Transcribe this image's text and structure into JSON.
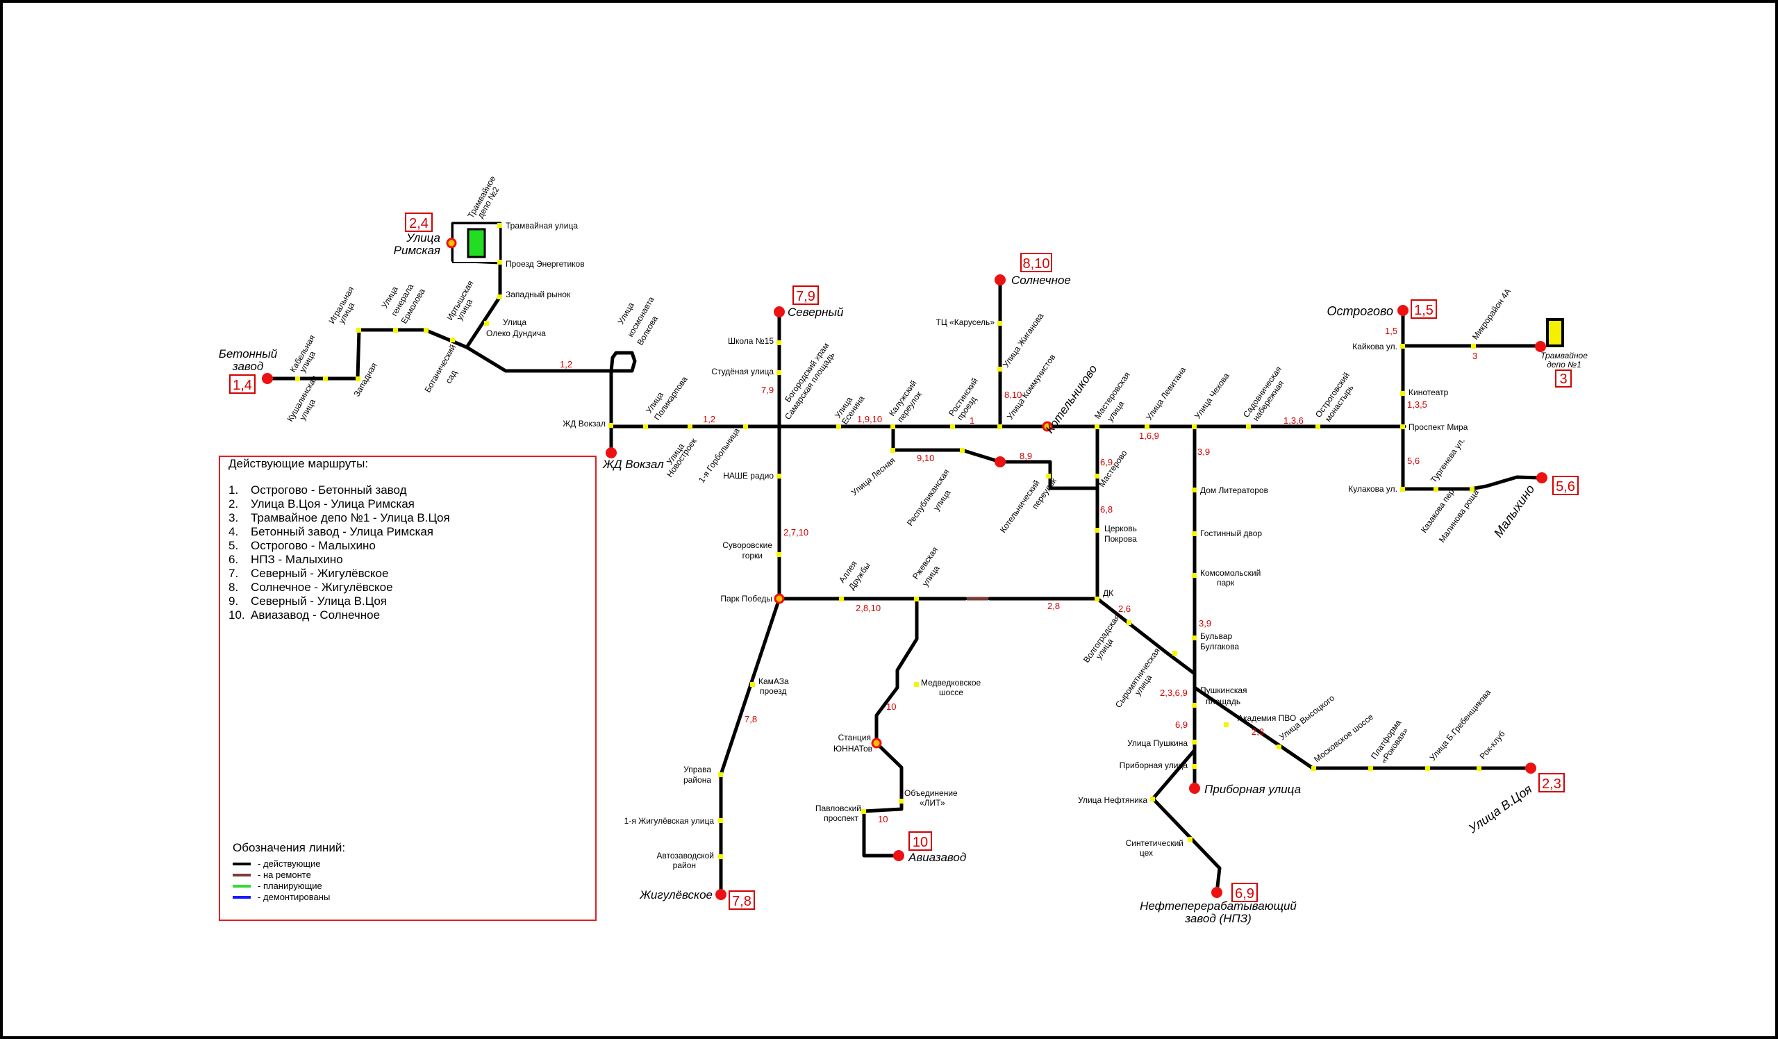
{
  "colors": {
    "line_active": "#000000",
    "line_repair": "#7a3b3b",
    "line_planned": "#33dd33",
    "line_dismantled": "#1a1aff",
    "route_numbers": "#d40000",
    "terminal": "#ee1111",
    "stop": "#f5f500",
    "depot2": "#22dd22",
    "depot1": "#f5f000"
  },
  "terminals": {
    "betonny": {
      "name_line1": "Бетонный",
      "name_line2": "завод",
      "routes": "1,4"
    },
    "rimskaya": {
      "name_line1": "Улица",
      "name_line2": "Римская",
      "routes": "2,4"
    },
    "severny": {
      "name": "Северный",
      "routes": "7,9"
    },
    "solnechnoe": {
      "name": "Солнечное",
      "routes": "8,10"
    },
    "ostrogovo": {
      "name": "Острогово",
      "routes": "1,5"
    },
    "depot1": {
      "name_line1": "Трамвайное",
      "name_line2": "депо №1",
      "routes": "3"
    },
    "malyhino": {
      "name": "Малыхино",
      "routes": "5,6"
    },
    "zhd": {
      "name": "ЖД Вокзал"
    },
    "zhigulevskoe": {
      "name": "Жигулёвское",
      "routes": "7,8"
    },
    "aviazavod": {
      "name": "Авиазавод",
      "routes": "10"
    },
    "pribornaya": {
      "name": "Приборная улица"
    },
    "npz": {
      "name_line1": "Нефтеперерабатывающий",
      "name_line2": "завод (НПЗ)",
      "routes": "6,9"
    },
    "tsoya": {
      "name": "Улица В.Цоя",
      "routes": "2,3"
    }
  },
  "stops": {
    "depot2_l1": "Трамвайное",
    "depot2_l2": "депо №2",
    "tramvaynaya": "Трамвайная улица",
    "energetikov": "Проезд Энергетиков",
    "zapadny_rynok": "Западный рынок",
    "oleko_l1": "Улица",
    "oleko_l2": "Олеко Дундича",
    "kabelnaya_l1": "Кабельная",
    "kabelnaya_l2": "улица",
    "igralnaya_l1": "Игральная",
    "igralnaya_l2": "улица",
    "ermolova_l1": "Улица",
    "ermolova_l2": "генерала",
    "ermolova_l3": "Ермолова",
    "irtysh_l1": "Иртышская",
    "irtysh_l2": "улица",
    "kushalinskaya_l1": "Кушалинская",
    "kushalinskaya_l2": "улица",
    "zapadnaya": "Западная",
    "botsad_l1": "Ботанический",
    "botsad_l2": "сад",
    "volkova_l1": "Улица",
    "volkova_l2": "космонавта",
    "volkova_l3": "Волкова",
    "zhd_vokzal": "ЖД Вокзал",
    "polikarpova_l1": "Улица",
    "polikarpova_l2": "Поликарпова",
    "novostroek_l1": "Улица",
    "novostroek_l2": "Новостроек",
    "gorbolnitsa": "1-я Горбольница",
    "shkola15": "Школа №15",
    "studenaya": "Студёная улица",
    "bogorod_l1": "Богородский храм",
    "bogorod_l2": "Самарская площадь",
    "esenina_l1": "Улица",
    "esenina_l2": "Есенина",
    "kaluzhsky_l1": "Калужский",
    "kaluzhsky_l2": "переулок",
    "rostinsky_l1": "Ростинский",
    "rostinsky_l2": "проезд",
    "karusel": "ТЦ «Карусель»",
    "zhiganova": "Улица Жиганова",
    "kommunistov": "Улица Коммунистов",
    "kotelnikovo": "Котельниково",
    "masterovskaya_l1": "Мастеровская",
    "masterovskaya_l2": "улица",
    "levitana": "Улица Левитана",
    "chekhova": "Улица Чехова",
    "sadovnicheskaya_l1": "Садовническая",
    "sadovnicheskaya_l2": "набережная",
    "ostrogovsky_l1": "Остроговский",
    "ostrogovsky_l2": "монастырь",
    "prospekt_mira": "Проспект Мира",
    "kaykova": "Кайкова ул.",
    "mikrorayon_4a": "Микрорайон 4А",
    "kinoteatr": "Кинотеатр",
    "kulakova": "Кулакова ул.",
    "turgeneva": "Тургенева ул.",
    "kazakova": "Казакова пер.",
    "malinova": "Малинова роща",
    "nashe_radio": "НАШЕ радио",
    "lesnaya": "Улица Лесная",
    "respublikanskaya_l1": "Республиканская",
    "respublikanskaya_l2": "улица",
    "kotelnichesky_l1": "Котельнический",
    "kotelnichesky_l2": "переулок",
    "masterovo": "Мастерово",
    "dom_literatorov": "Дом Литераторов",
    "gostiny": "Гостинный двор",
    "komsomolsky_l1": "Комсомольский",
    "komsomolsky_l2": "парк",
    "tserkov_l1": "Церковь",
    "tserkov_l2": "Покрова",
    "suvorovskie_l1": "Суворовские",
    "suvorovskie_l2": "горки",
    "park_pobedy": "Парк Победы",
    "alleya_l1": "Аллея",
    "alleya_l2": "Дружбы",
    "rzhevskaya_l1": "Ржевская",
    "rzhevskaya_l2": "улица",
    "dk": "ДК",
    "volgogradskaya_l1": "Волгоградская",
    "volgogradskaya_l2": "улица",
    "bulgakova_l1": "Бульвар",
    "bulgakova_l2": "Булгакова",
    "syromyat_l1": "Сыромятническая",
    "syromyat_l2": "улица",
    "pushkinskaya_l1": "Пушкинская",
    "pushkinskaya_l2": "площадь",
    "kamaz_l1": "КамАЗа",
    "kamaz_l2": "проезд",
    "medvedkovskoe_l1": "Медведковское",
    "medvedkovskoe_l2": "шоссе",
    "yunnat_l1": "Станция",
    "yunnat_l2": "ЮННАТов",
    "ob_lit_l1": "Объединение",
    "ob_lit_l2": "«ЛИТ»",
    "pavlovsky_l1": "Павловский",
    "pavlovsky_l2": "проспект",
    "uprava_l1": "Управа",
    "uprava_l2": "района",
    "zhigul_1": "1-я Жигулёвская улица",
    "avtozavod_l1": "Автозаводской",
    "avtozavod_l2": "район",
    "pushkina": "Улица Пушкина",
    "pribornaya_st": "Приборная улица",
    "neftyanika": "Улица Нефтяника",
    "sintetich_l1": "Синтетический",
    "sintetich_l2": "цех",
    "akademiya": "Академия ПВО",
    "vysotskogo": "Улица Высоцкого",
    "moskovskoe": "Московское шоссе",
    "rokovaya_l1": "Платформа",
    "rokovaya_l2": "«Роковая»",
    "grebenshchikova": "Улица Б.Гребенщикова",
    "rok_klub": "Рок-клуб"
  },
  "route_labels": {
    "r12a": "1,2",
    "r12b": "1,2",
    "r79": "7,9",
    "r1910": "1,9,10",
    "r1": "1",
    "r810": "8,10",
    "r910": "9,10",
    "r89": "8,9",
    "r169": "1,6,9",
    "r136": "1,3,6",
    "r15": "1,5",
    "r3": "3",
    "r135": "1,3,5",
    "r56": "5,6",
    "r39a": "3,9",
    "r69a": "6,9",
    "r68": "6,8",
    "r2710": "2,7,10",
    "r2810": "2,8,10",
    "r28": "2,8",
    "r26": "2,6",
    "r39b": "3,9",
    "r2369": "2,3,6,9",
    "r69b": "6,9",
    "r23": "2,3",
    "r78": "7,8",
    "r10a": "10",
    "r10b": "10"
  },
  "legend": {
    "title": "Действующие маршруты:",
    "routes": [
      {
        "num": "1.",
        "text": "Острогово - Бетонный завод"
      },
      {
        "num": "2.",
        "text": "Улица В.Цоя - Улица Римская"
      },
      {
        "num": "3.",
        "text": "Трамвайное депо №1 - Улица В.Цоя"
      },
      {
        "num": "4.",
        "text": "Бетонный завод - Улица Римская"
      },
      {
        "num": "5.",
        "text": "Острогово - Малыхино"
      },
      {
        "num": "6.",
        "text": "НПЗ - Малыхино"
      },
      {
        "num": "7.",
        "text": "Северный - Жигулёвское"
      },
      {
        "num": "8.",
        "text": "Солнечное - Жигулёвское"
      },
      {
        "num": "9.",
        "text": "Северный - Улица В.Цоя"
      },
      {
        "num": "10.",
        "text": "Авиазавод - Солнечное"
      }
    ],
    "lines_title": "Обозначения линий:",
    "lines": [
      {
        "label": "- действующие",
        "color": "#000000"
      },
      {
        "label": "- на ремонте",
        "color": "#7a3b3b"
      },
      {
        "label": "- планирующие",
        "color": "#33dd33"
      },
      {
        "label": "- демонтированы",
        "color": "#1a1aff"
      }
    ]
  }
}
